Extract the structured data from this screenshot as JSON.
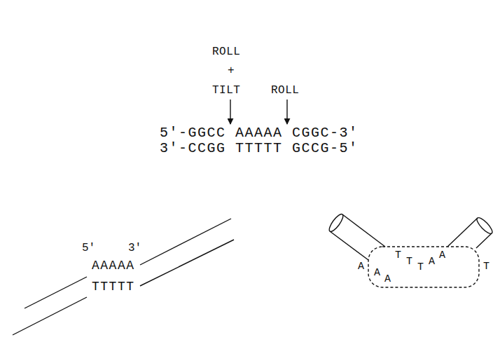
{
  "diagram": {
    "labels": [
      "ROLL",
      "+",
      "TILT",
      "ROLL",
      "5'-GGCC AAAAA CGGC-3'",
      "3'-CCGG TTTTT GCCG-5'",
      "5'",
      "3'",
      "AAAAA",
      "TTTTT",
      "A",
      "A",
      "A",
      "T",
      "T",
      "T",
      "A",
      "A",
      "T"
    ]
  }
}
